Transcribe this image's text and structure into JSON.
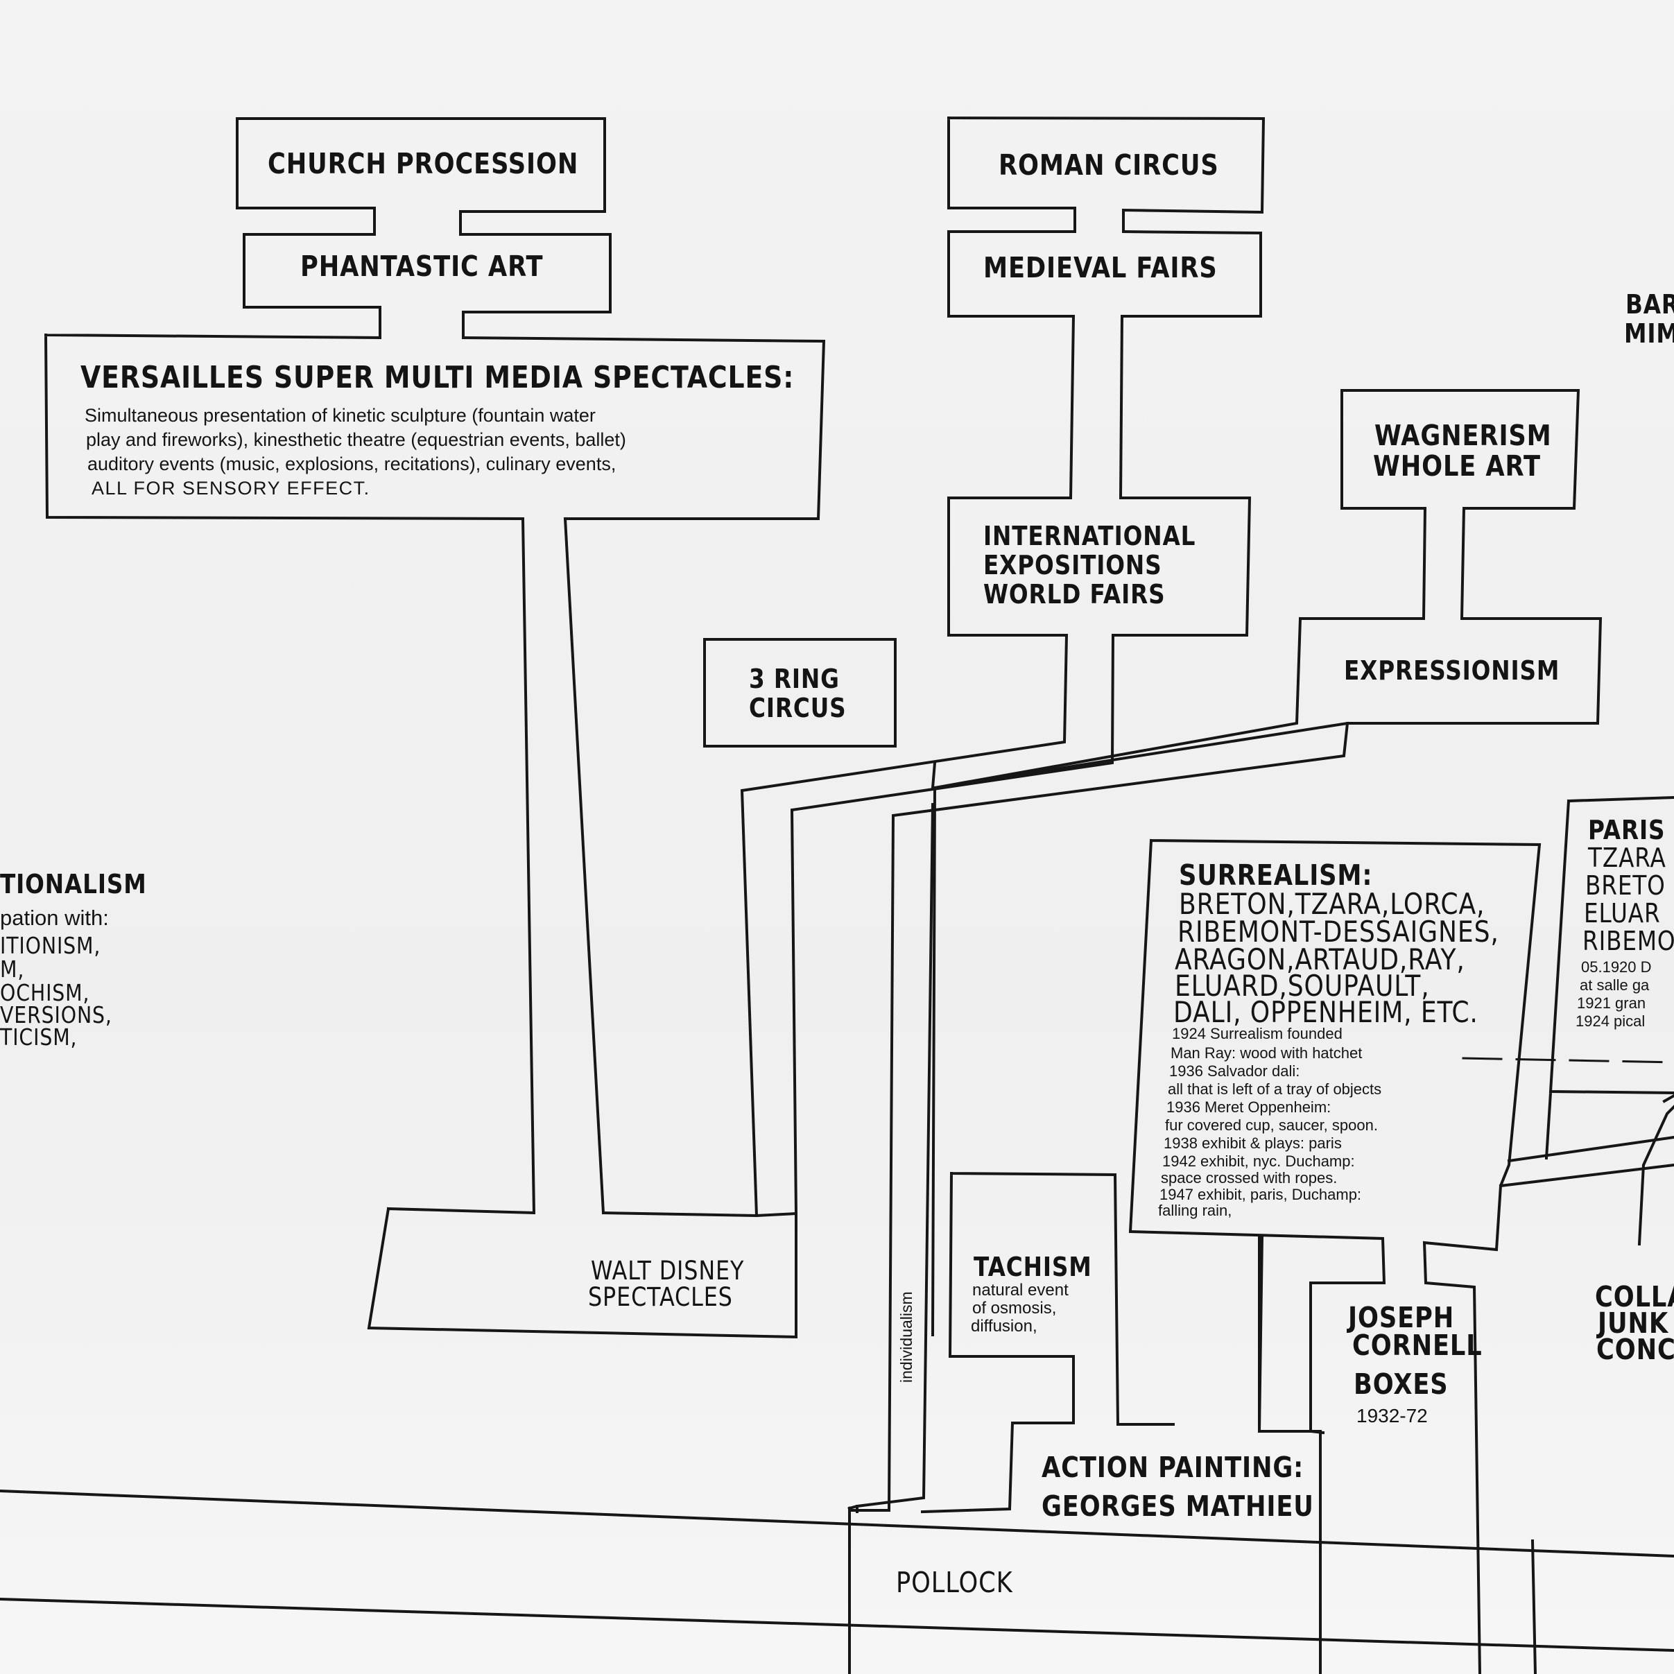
{
  "nodes": {
    "church_procession": "CHURCH PROCESSION",
    "phantastic_art": "PHANTASTIC ART",
    "versailles": {
      "title": "VERSAILLES SUPER MULTI MEDIA SPECTACLES:",
      "lines": [
        "Simultaneous presentation of kinetic sculpture (fountain water",
        "play and fireworks), kinesthetic theatre (equestrian events, ballet)",
        "auditory events (music, explosions, recitations), culinary events,",
        "ALL FOR SENSORY EFFECT."
      ]
    },
    "roman_circus": "ROMAN CIRCUS",
    "medieval_fairs": "MEDIEVAL FAIRS",
    "international_expositions": [
      "INTERNATIONAL",
      "EXPOSITIONS",
      "WORLD FAIRS"
    ],
    "three_ring_circus": [
      "3 RING",
      "CIRCUS"
    ],
    "wagnerism": [
      "WAGNERISM",
      "WHOLE ART"
    ],
    "expressionism": "EXPRESSIONISM",
    "bar_mim": [
      "BAR",
      "MIM"
    ],
    "surrealism": {
      "title": "SURREALISM:",
      "names": [
        "BRETON,TZARA,LORCA,",
        "RIBEMONT-DESSAIGNES,",
        "ARAGON,ARTAUD,RAY,",
        "ELUARD,SOUPAULT,",
        "DALI, OPPENHEIM, ETC."
      ],
      "notes": [
        "1924 Surrealism founded",
        "Man Ray: wood with hatchet",
        "1936 Salvador dali:",
        "all that is left of a tray of objects",
        "1936 Meret Oppenheim:",
        "fur covered cup, saucer, spoon.",
        "1938 exhibit & plays: paris",
        "1942 exhibit, nyc.  Duchamp:",
        "space crossed with ropes.",
        "1947 exhibit, paris, Duchamp:",
        "falling rain,"
      ]
    },
    "paris": {
      "lines": [
        "PARIS",
        "TZARA",
        "BRETO",
        "ELUAR",
        "RIBEMO"
      ],
      "notes": [
        "05.1920 D",
        "at salle ga",
        "1921 gran",
        "1924 pical"
      ]
    },
    "tionalism": {
      "title": "TIONALISM",
      "lines": [
        "pation with:",
        "ITIONISM,",
        "M,",
        "OCHISM,",
        "VERSIONS,",
        "TICISM,"
      ]
    },
    "walt_disney": [
      "WALT DISNEY",
      "SPECTACLES"
    ],
    "individualism": "individualism",
    "tachism": {
      "title": "TACHISM",
      "lines": [
        "natural event",
        "of osmosis,",
        "diffusion,"
      ]
    },
    "action_painting": [
      "ACTION PAINTING:",
      "GEORGES MATHIEU"
    ],
    "joseph_cornell": {
      "name": [
        "JOSEPH",
        "CORNELL"
      ],
      "boxes": "BOXES",
      "years": "1932-72"
    },
    "colla": [
      "COLLA",
      "JUNK",
      "CONC"
    ],
    "pollock": "POLLOCK"
  }
}
